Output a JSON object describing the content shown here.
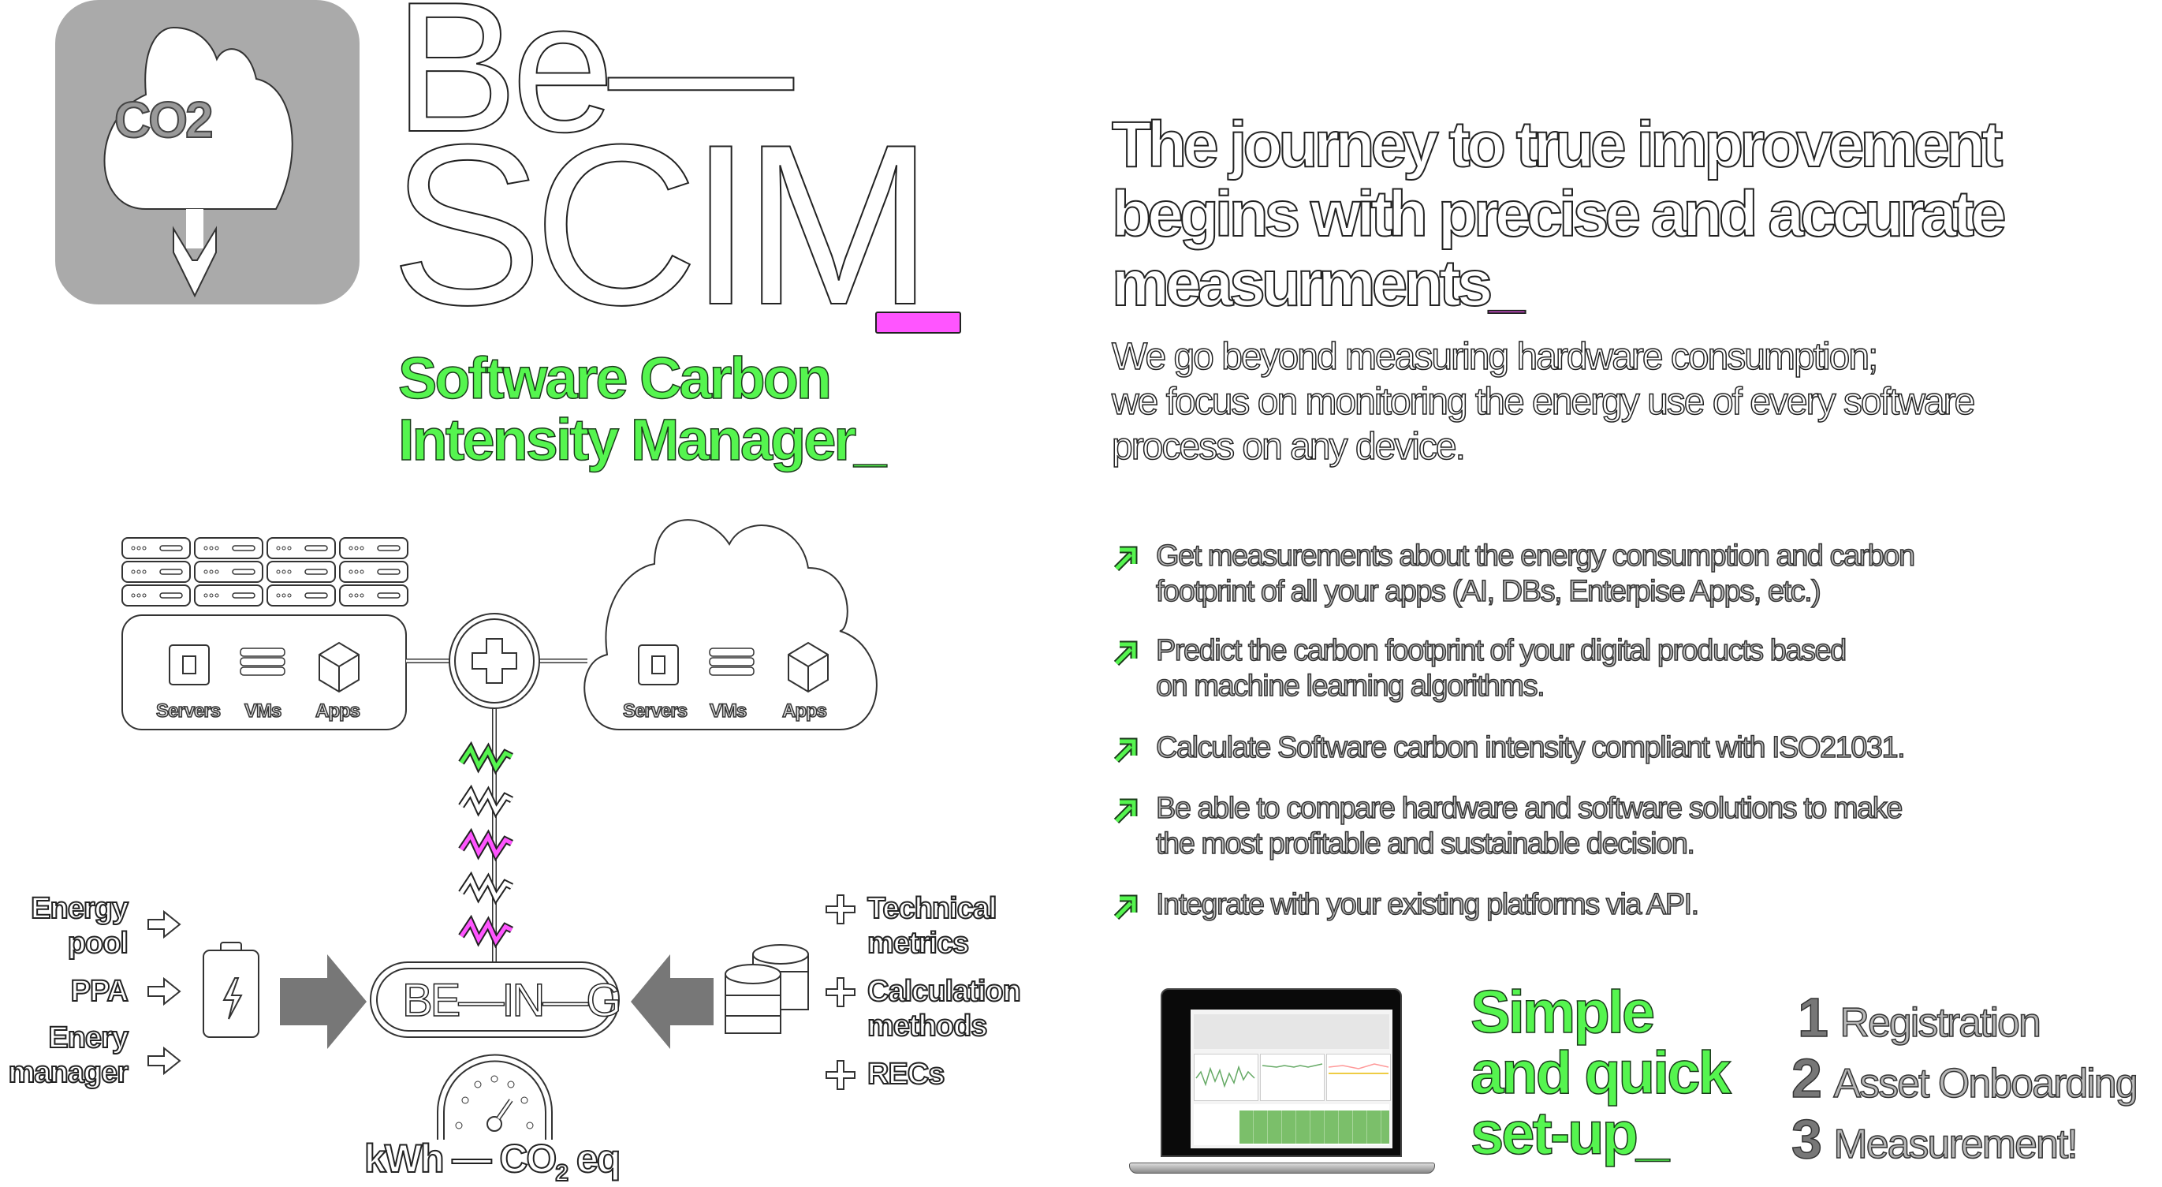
{
  "logo": {
    "co2": "CO2",
    "line1": "Be—",
    "line2": "SCIM",
    "cursor_color": "#ff55ff"
  },
  "tagline": {
    "line1": "Software Carbon",
    "line2": "Intensity Manager_"
  },
  "headline": {
    "line1": "The journey to true improvement",
    "line2": "begins with precise and accurate",
    "line3": "measurments",
    "underscore": "_"
  },
  "intro": {
    "line1": "We go beyond measuring hardware consumption;",
    "line2": "we focus on monitoring the energy use of every software",
    "line3": "process on any device."
  },
  "features": [
    {
      "icon": "arrow-up-right-icon",
      "line1": "Get measurements about the energy consumption and carbon",
      "line2": "footprint of all your apps (AI, DBs, Enterpise Apps, etc.)"
    },
    {
      "icon": "arrow-up-right-icon",
      "line1": "Predict the carbon footprint of your digital products based",
      "line2": "on machine learning algorithms."
    },
    {
      "icon": "arrow-up-right-icon",
      "line1": "Calculate Software carbon intensity compliant with ISO21031.",
      "line2": ""
    },
    {
      "icon": "arrow-up-right-icon",
      "line1": "Be able to compare hardware and software solutions to make",
      "line2": "the most profitable and sustainable decision."
    },
    {
      "icon": "arrow-up-right-icon",
      "line1": "Integrate with your existing platforms via API.",
      "line2": ""
    }
  ],
  "diagram": {
    "onprem": {
      "servers": "Servers",
      "vms": "VMs",
      "apps": "Apps"
    },
    "cloud": {
      "servers": "Servers",
      "vms": "VMs",
      "apps": "Apps"
    },
    "core": "BE—IN—G",
    "inputs": {
      "energy_pool_1": "Energy",
      "energy_pool_2": "pool",
      "ppa": "PPA",
      "manager_1": "Enery",
      "manager_2": "manager"
    },
    "extras": {
      "tech_1": "Technical",
      "tech_2": "metrics",
      "calc_1": "Calculation",
      "calc_2": "methods",
      "recs": "RECs"
    },
    "output": {
      "kwh": "kWh — CO",
      "sub": "2",
      "eq": " eq"
    },
    "colors": {
      "green": "#55f54f",
      "magenta": "#ff55ff",
      "gray": "#777777"
    }
  },
  "setup": {
    "line1": "Simple",
    "line2": "and quick",
    "line3": "set-up_"
  },
  "steps": [
    {
      "num": "1",
      "label": "Registration"
    },
    {
      "num": "2",
      "label": "Asset Onboarding"
    },
    {
      "num": "3",
      "label": "Measurement!"
    }
  ]
}
